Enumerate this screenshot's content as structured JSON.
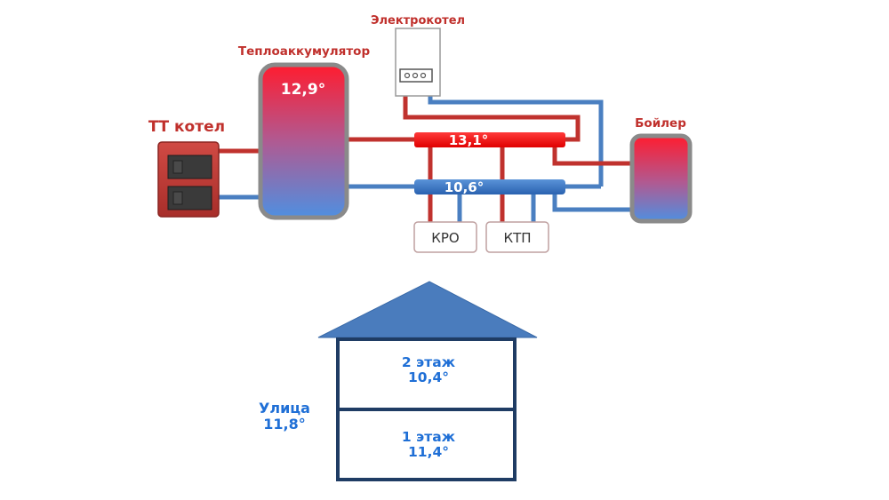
{
  "labels": {
    "tt_boiler": "ТТ котел",
    "accumulator": "Теплоаккумулятор",
    "accumulator_temp": "12,9°",
    "electric_boiler": "Электрокотел",
    "water_heater": "Бойлер",
    "hot_manifold_temp": "13,1°",
    "cold_manifold_temp": "10,6°",
    "kro": "КРО",
    "ktp": "КТП",
    "floor2_name": "2 этаж",
    "floor2_temp": "10,4°",
    "floor1_name": "1 этаж",
    "floor1_temp": "11,4°",
    "outside_name": "Улица",
    "outside_temp": "11,8°"
  },
  "colors": {
    "hot_pipe": "#c0322e",
    "cold_pipe": "#4a7fc1",
    "hot_manifold": "#ff1a1a",
    "cold_manifold": "#2f6fc0",
    "house_outline": "#1f3c64",
    "roof": "#4a7cbd"
  }
}
